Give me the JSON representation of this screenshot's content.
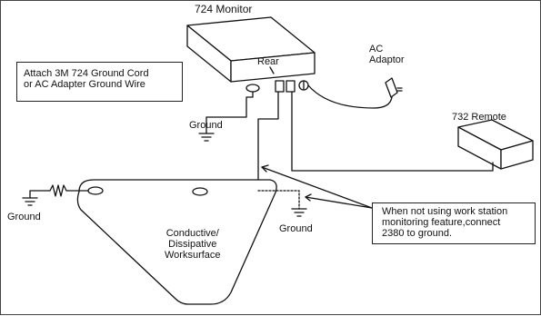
{
  "labels": {
    "monitor": "724 Monitor",
    "rear": "Rear",
    "ac_adaptor": [
      "AC",
      "Adaptor"
    ],
    "attach_note": [
      "Attach 3M 724 Ground Cord",
      "or AC Adapter Ground Wire"
    ],
    "ground_top": "Ground",
    "ground_left": "Ground",
    "ground_mid": "Ground",
    "remote": "732 Remote",
    "worksurface": [
      "Conductive/",
      "Dissipative",
      "Worksurface"
    ],
    "callout": [
      "When not using work station",
      "monitoring feature,connect",
      "2380 to ground."
    ]
  }
}
